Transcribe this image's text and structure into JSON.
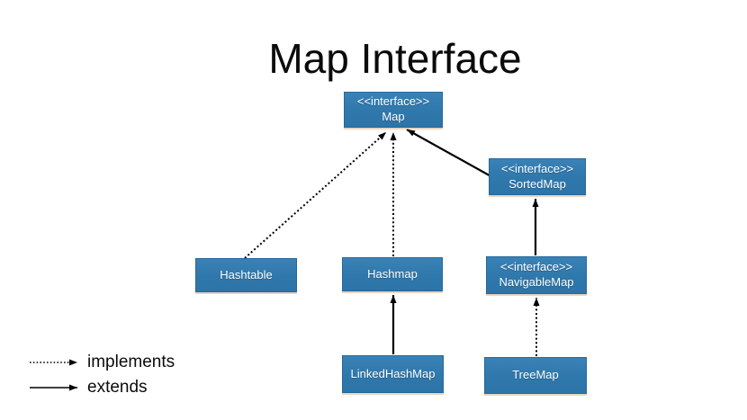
{
  "title": "Map Interface",
  "colors": {
    "background": "#ffffff",
    "box_fill": "#2f78ac",
    "box_border": "#26689c",
    "box_text": "#ffffff",
    "arrow": "#000000",
    "title_text": "#0b0b0b"
  },
  "diagram": {
    "nodes": {
      "map": {
        "stereotype": "<<interface>>",
        "label": "Map"
      },
      "sortedmap": {
        "stereotype": "<<interface>>",
        "label": "SortedMap"
      },
      "hashtable": {
        "label": "Hashtable"
      },
      "hashmap": {
        "label": "Hashmap"
      },
      "navigablemap": {
        "stereotype": "<<interface>>",
        "label": "NavigableMap"
      },
      "linkedhashmap": {
        "label": "LinkedHashMap"
      },
      "treemap": {
        "label": "TreeMap"
      }
    },
    "edges": [
      {
        "from": "Hashtable",
        "to": "Map",
        "type": "implements",
        "line": "dotted"
      },
      {
        "from": "Hashmap",
        "to": "Map",
        "type": "implements",
        "line": "dotted"
      },
      {
        "from": "SortedMap",
        "to": "Map",
        "type": "extends",
        "line": "solid"
      },
      {
        "from": "NavigableMap",
        "to": "SortedMap",
        "type": "extends",
        "line": "solid"
      },
      {
        "from": "LinkedHashMap",
        "to": "Hashmap",
        "type": "extends",
        "line": "solid"
      },
      {
        "from": "TreeMap",
        "to": "NavigableMap",
        "type": "implements",
        "line": "dotted"
      }
    ]
  },
  "legend": {
    "items": [
      {
        "style": "dotted",
        "label": "implements"
      },
      {
        "style": "solid",
        "label": "extends"
      }
    ]
  }
}
